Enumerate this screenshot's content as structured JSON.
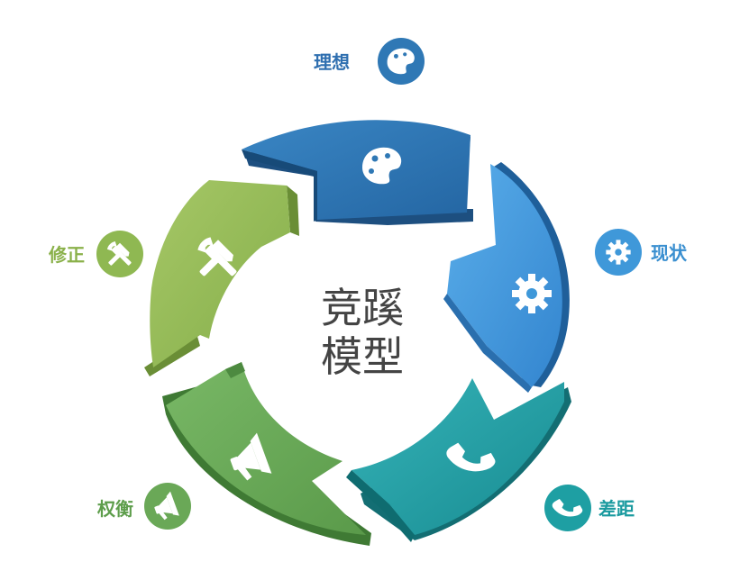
{
  "center": {
    "line1": "竞蹊",
    "line2": "模型"
  },
  "segments": [
    {
      "label": "理想",
      "icon": "palette-icon",
      "color": "#2f78b5"
    },
    {
      "label": "现状",
      "icon": "gear-icon",
      "color": "#3f98d9"
    },
    {
      "label": "差距",
      "icon": "phone-icon",
      "color": "#1e9fa3"
    },
    {
      "label": "权衡",
      "icon": "megaphone-icon",
      "color": "#6aa857"
    },
    {
      "label": "修正",
      "icon": "tools-icon",
      "color": "#8fb852"
    }
  ]
}
